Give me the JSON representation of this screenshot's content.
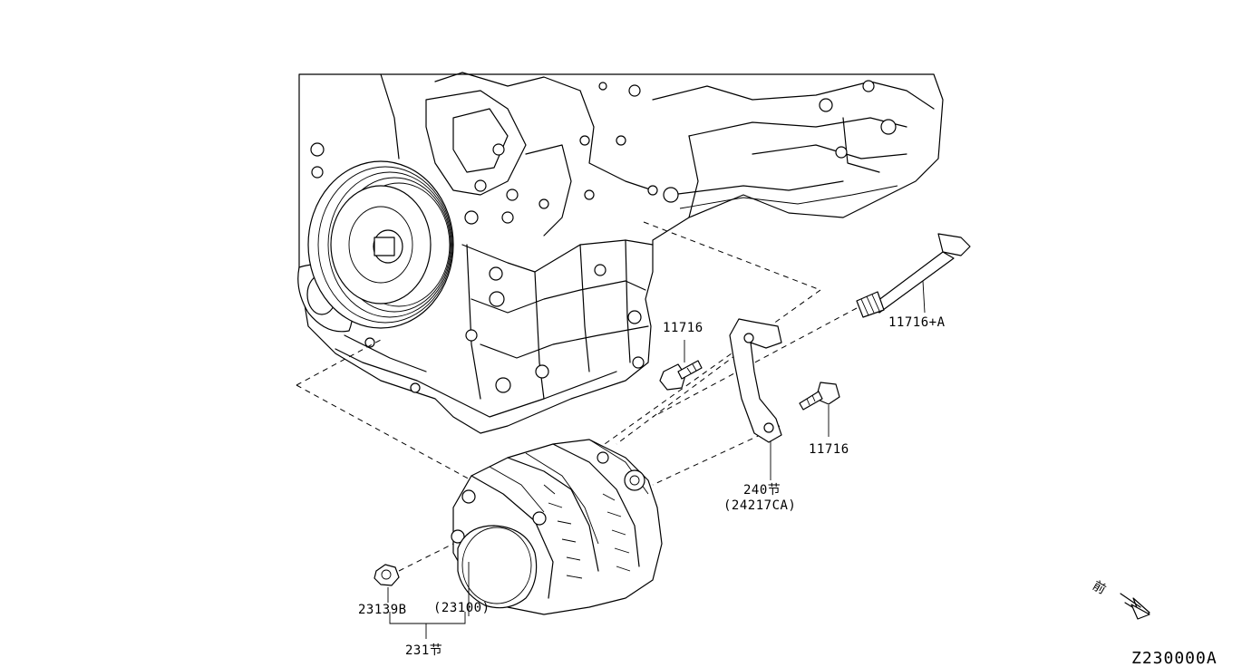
{
  "diagram": {
    "ref_code": "Z230000A",
    "front_indicator": "前",
    "parts": {
      "bolt_long": "11716+A",
      "bolt_upper": "11716",
      "bolt_lower": "11716",
      "bracket_section": "240节",
      "bracket_part": "(24217CA)",
      "nut": "23139B",
      "alternator": "(23100)",
      "alternator_section": "231节"
    }
  }
}
